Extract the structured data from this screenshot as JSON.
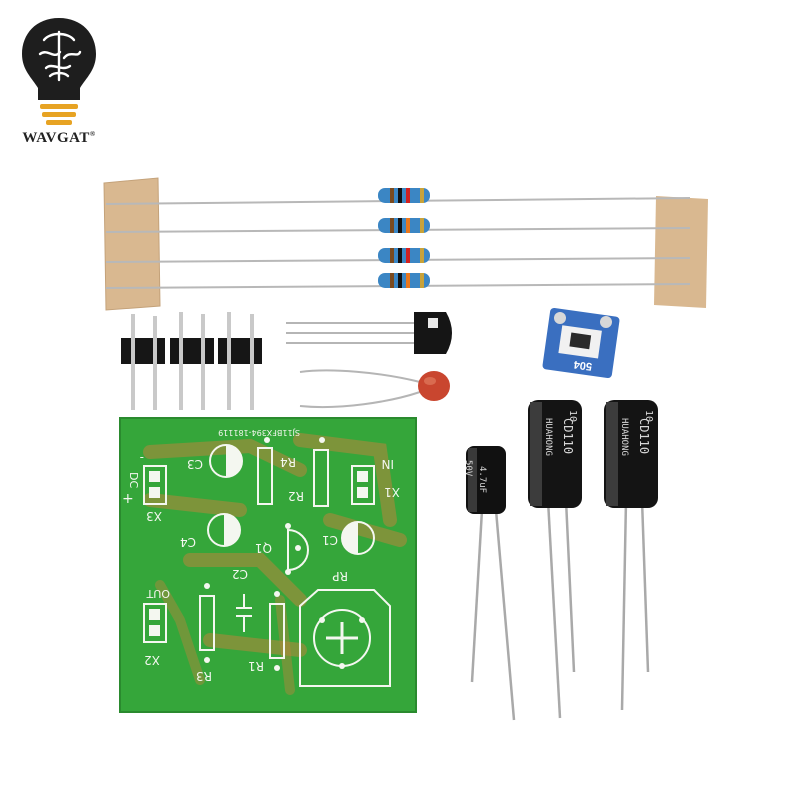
{
  "brand": {
    "name": "WAVGAT",
    "mark": "®"
  },
  "pcb": {
    "serial": "SJ11BFX394-181119",
    "labels": {
      "c3": "C3",
      "r4": "R4",
      "in": "IN",
      "dc": "DC",
      "x3": "X3",
      "x1": "X1",
      "r2": "R2",
      "c4": "C4",
      "q1": "Q1",
      "c1": "C1",
      "c2": "C2",
      "rp": "RP",
      "out": "OUT",
      "x2": "X2",
      "r3": "R3",
      "r1": "R1",
      "plus": "+",
      "minus": "-"
    }
  },
  "capacitors": {
    "small": {
      "value": "4.7uF",
      "voltage": "50V"
    },
    "large_a": {
      "model": "CD110",
      "brand": "HUAHONG",
      "value": "10"
    },
    "large_b": {
      "model": "CD110",
      "brand": "HUAHONG",
      "value": "10"
    }
  },
  "trimmer": {
    "code": "504"
  },
  "colors": {
    "pcb": "#35a63a",
    "resistor_body": "#3b86c4",
    "tape": "#d9b890",
    "capacitor": "#111111",
    "ceramic": "#c9462f"
  }
}
